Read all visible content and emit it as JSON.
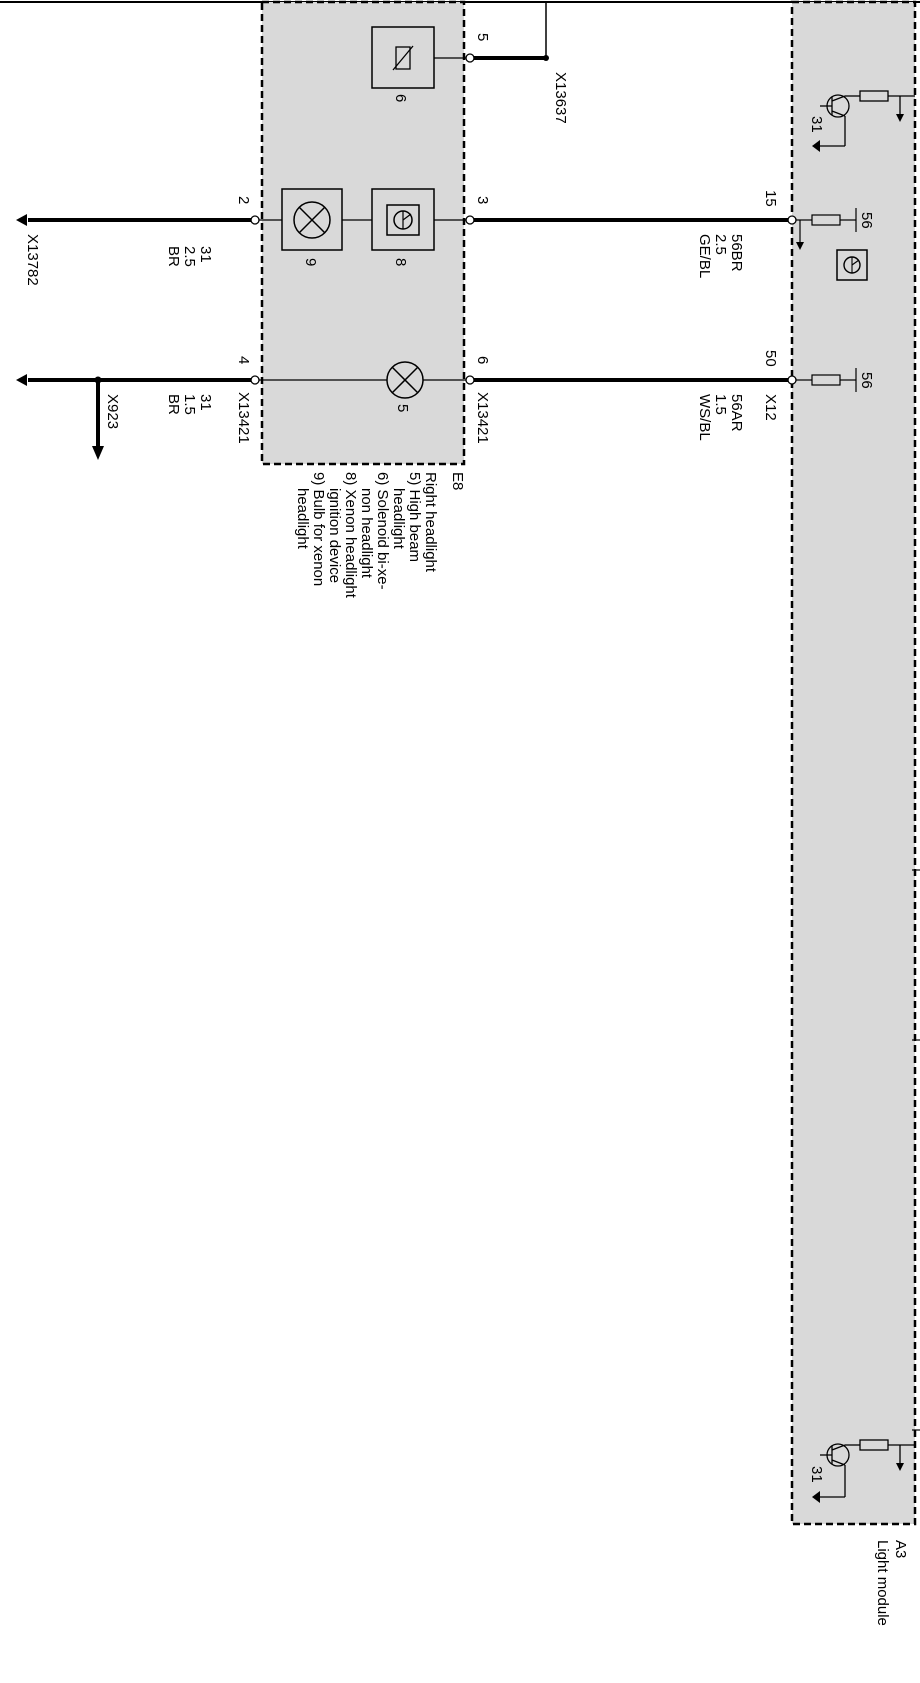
{
  "components": {
    "e8": {
      "id": "E8",
      "title": "Right headlight",
      "legend": [
        "5) High beam",
        "headlight",
        "6) Solenoid bi-xe-",
        "non headlight",
        "8) Xenon headlight",
        "ignition device",
        "9) Bulb for xenon",
        "headlight"
      ],
      "parts": {
        "high_beam": "5",
        "solenoid": "6",
        "ignition_device": "8",
        "xenon_bulb": "9"
      }
    },
    "a3": {
      "id": "A3",
      "title": "Light module"
    }
  },
  "connectors": {
    "x13637": "X13637",
    "x13782": "X13782",
    "x923": "X923",
    "x13421_left": "X13421",
    "x13421_right": "X13421",
    "x12": "X12"
  },
  "pins": {
    "e8_top_right": "5",
    "e8_mid_left": "2",
    "e8_mid_right": "3",
    "e8_bottom_left": "4",
    "e8_bottom_right": "6",
    "a3_mid": "15",
    "a3_bottom": "50"
  },
  "wires": {
    "left_mid": {
      "term": "31",
      "size": "2.5",
      "color": "BR"
    },
    "left_bottom": {
      "term": "31",
      "size": "1.5",
      "color": "BR"
    },
    "right_mid": {
      "term": "56BR",
      "size": "2.5",
      "color": "GE/BL"
    },
    "right_bottom": {
      "term": "56AR",
      "size": "1.5",
      "color": "WS/BL"
    }
  },
  "module_terminals": {
    "ground_top": "31",
    "ground_bottom": "31",
    "supply_mid": "56",
    "supply_bottom": "56"
  }
}
